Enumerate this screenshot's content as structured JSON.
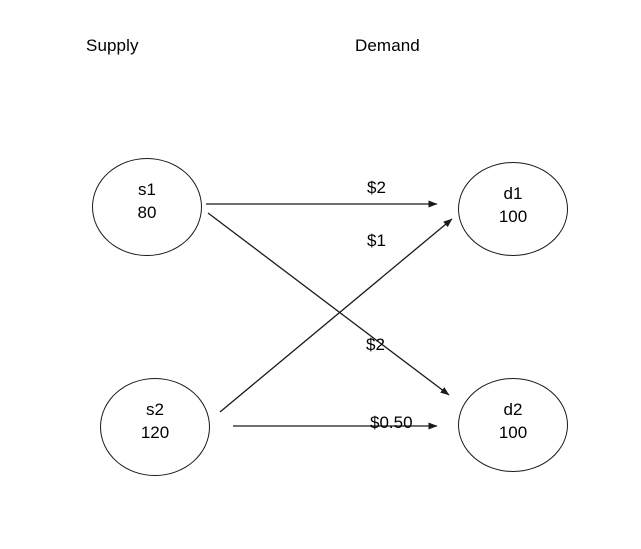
{
  "diagram": {
    "title": "Supply and Demand Transportation Network",
    "background_color": "#ffffff",
    "stroke_color": "#1a1a1a",
    "text_color": "#000000"
  },
  "headers": {
    "supply": "Supply",
    "demand": "Demand"
  },
  "nodes": {
    "s1": {
      "name": "s1",
      "value": "80"
    },
    "s2": {
      "name": "s2",
      "value": "120"
    },
    "d1": {
      "name": "d1",
      "value": "100"
    },
    "d2": {
      "name": "d2",
      "value": "100"
    }
  },
  "edges": [
    {
      "id": "s1-d1",
      "from": "s1",
      "to": "d1",
      "label": "$2"
    },
    {
      "id": "s2-d1",
      "from": "s2",
      "to": "d1",
      "label": "$1"
    },
    {
      "id": "s1-d2",
      "from": "s1",
      "to": "d2",
      "label": "$2"
    },
    {
      "id": "s2-d2",
      "from": "s2",
      "to": "d2",
      "label": "$0.50"
    }
  ]
}
